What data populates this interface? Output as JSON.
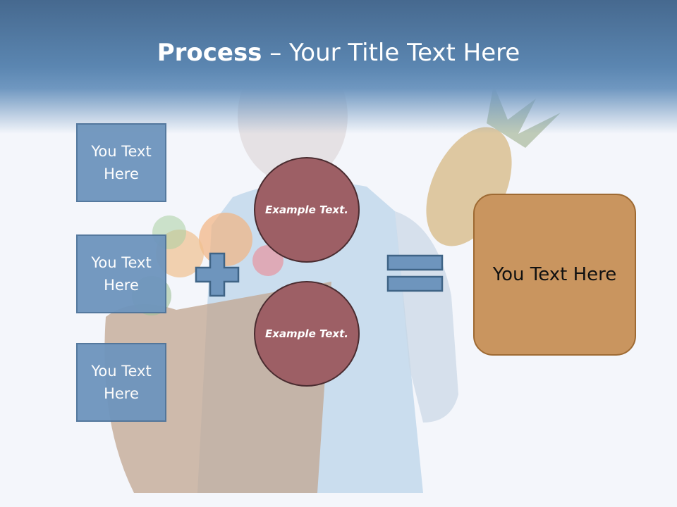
{
  "header": {
    "title_bold": "Process",
    "title_rest": " – Your Title Text Here"
  },
  "boxes": [
    {
      "label": "You Text Here"
    },
    {
      "label": "You Text Here"
    },
    {
      "label": "You Text Here"
    }
  ],
  "circles": [
    {
      "label": "Example Text."
    },
    {
      "label": "Example Text."
    }
  ],
  "result": {
    "label": "You Text Here"
  },
  "operators": {
    "plus": "plus-icon",
    "equals": "equals-icon"
  },
  "colors": {
    "header": "#5b86b1",
    "box_fill": "#6e95bd",
    "circle_fill": "#9d5f65",
    "result_fill": "#c9955f"
  }
}
